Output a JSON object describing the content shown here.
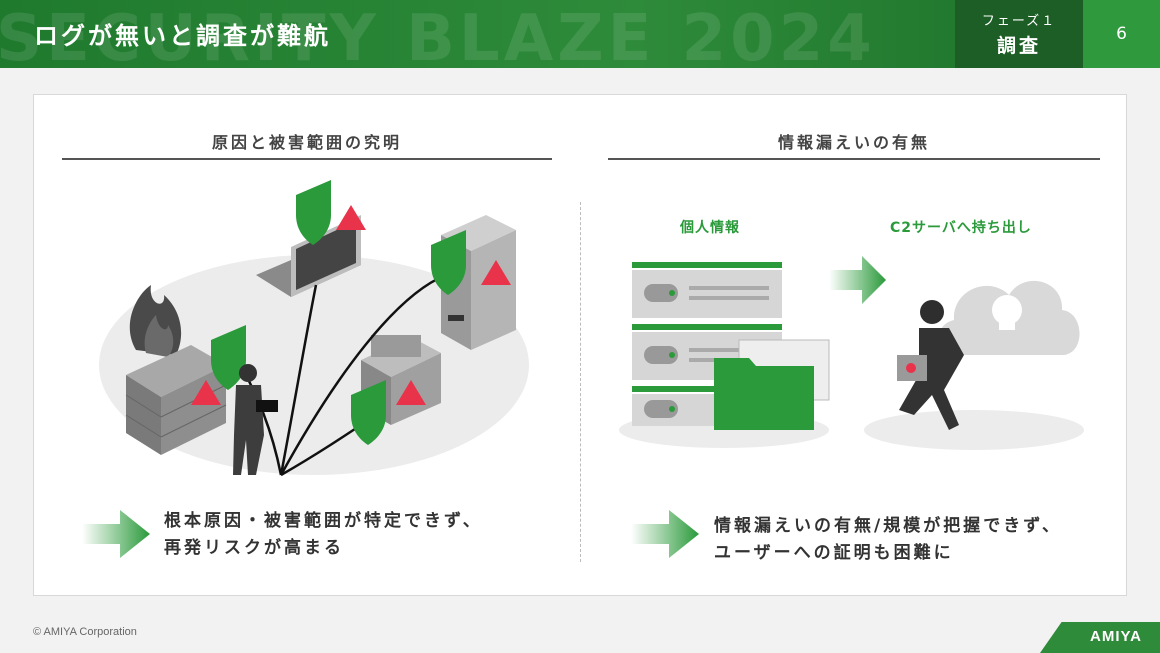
{
  "header": {
    "watermark": "SECURITY BLAZE 2024",
    "title": "ログが無いと調査が難航",
    "phase_label": "フェーズ１",
    "phase_name": "調査",
    "page_number": "6"
  },
  "left": {
    "title": "原因と被害範囲の究明",
    "caption_line1": "根本原因・被害範囲が特定できず、",
    "caption_line2": "再発リスクが高まる"
  },
  "right": {
    "title": "情報漏えいの有無",
    "label_data": "個人情報",
    "label_exfil": "C2サーバへ持ち出し",
    "caption_line1": "情報漏えいの有無/規模が把握できず、",
    "caption_line2": "ユーザーへの証明も困難に"
  },
  "footer": {
    "copyright": "© AMIYA Corporation",
    "brand": "AMIYA"
  },
  "colors": {
    "brand_green": "#2e8b3a",
    "accent_green": "#2a9a3a",
    "warning_red": "#e8334a"
  }
}
